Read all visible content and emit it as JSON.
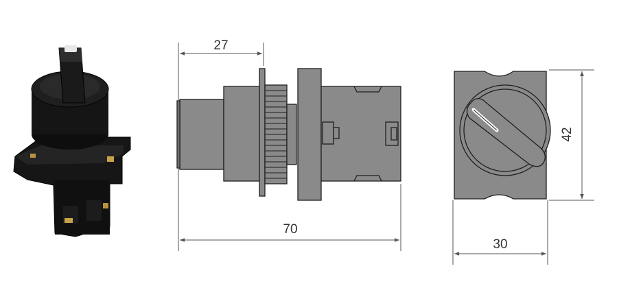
{
  "dimensions": {
    "side_top_width": "27",
    "overall_length": "70",
    "front_width": "30",
    "front_height": "42"
  },
  "colors": {
    "body_gray": "#8a8a8a",
    "outline": "#1e1e1e",
    "dim_line": "#555555",
    "product_black": "#121212",
    "contact_gold": "#c8a24a"
  }
}
